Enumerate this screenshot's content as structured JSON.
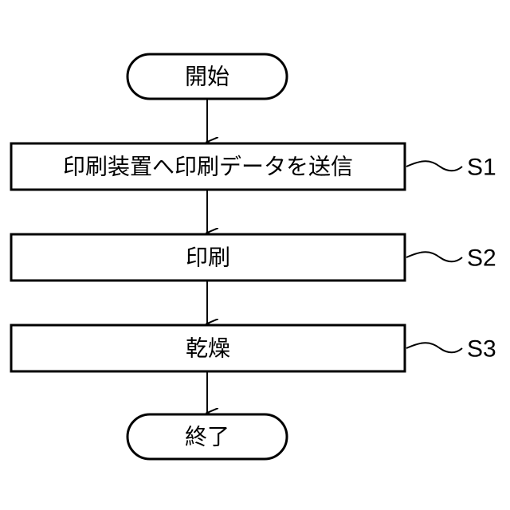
{
  "flowchart": {
    "start": {
      "label": "開始",
      "shape": "terminal"
    },
    "steps": [
      {
        "label": "印刷装置へ印刷データを送信",
        "id": "S1",
        "shape": "process"
      },
      {
        "label": "印刷",
        "id": "S2",
        "shape": "process"
      },
      {
        "label": "乾燥",
        "id": "S3",
        "shape": "process"
      }
    ],
    "end": {
      "label": "終了",
      "shape": "terminal"
    },
    "colors": {
      "stroke": "#000000",
      "fill": "#ffffff",
      "text": "#000000"
    }
  }
}
